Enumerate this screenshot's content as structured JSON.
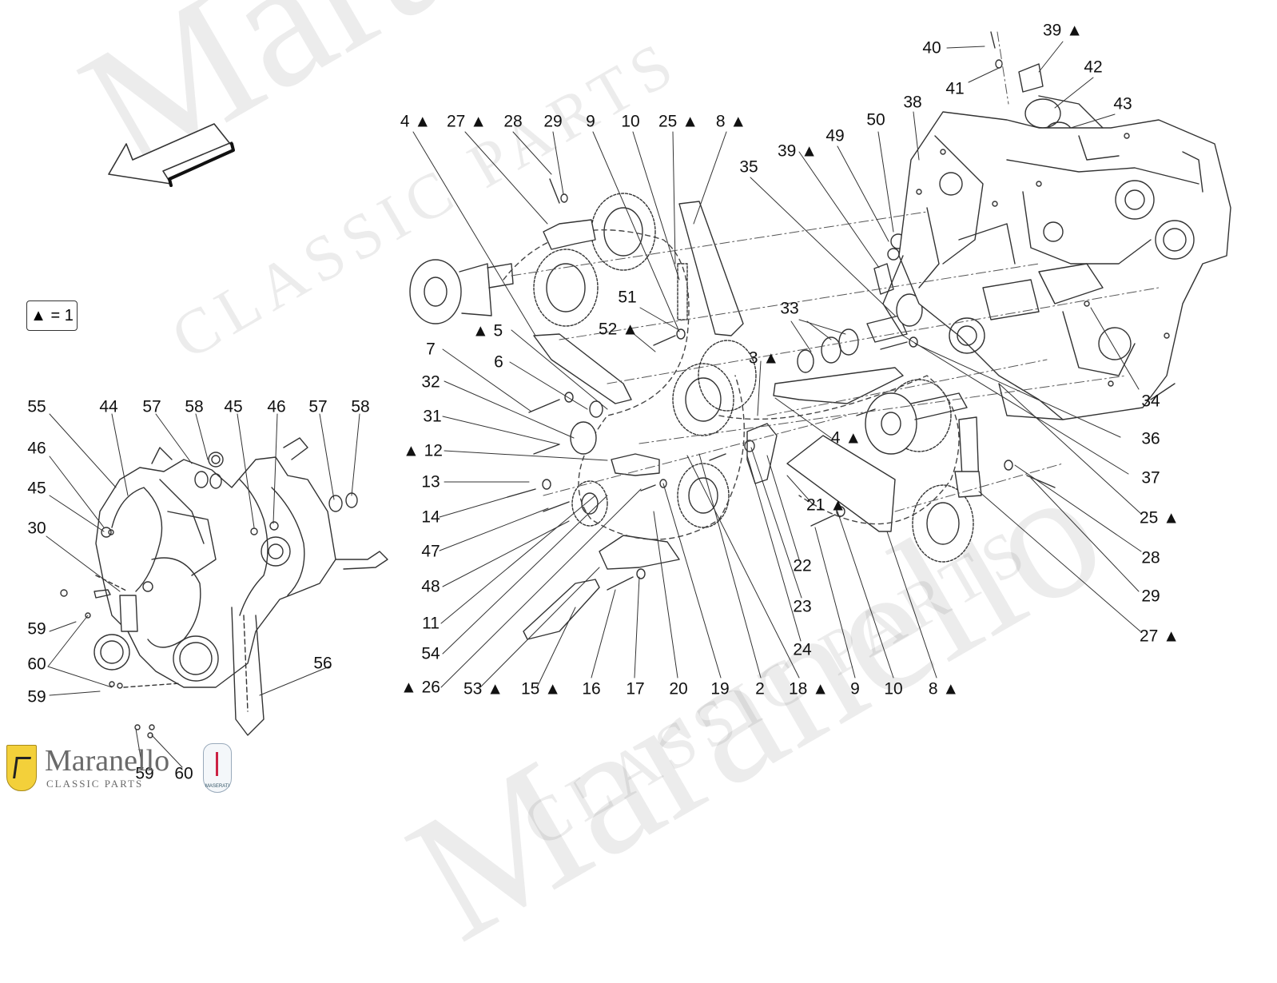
{
  "watermark": {
    "main": "Maranello",
    "sub": "CLASSIC PARTS"
  },
  "legend": {
    "symbol": "▲",
    "text": "▲ = 1"
  },
  "brand": {
    "name": "Maranello",
    "subtitle": "CLASSIC PARTS",
    "trident_label": "MASERATI"
  },
  "callouts": [
    "40",
    "39 ▲",
    "41",
    "42",
    "43",
    "38",
    "49",
    "50",
    "39 ▲",
    "35",
    "4 ▲",
    "27 ▲",
    "28",
    "29",
    "9",
    "10",
    "25 ▲",
    "8 ▲",
    "33",
    "51",
    "52 ▲",
    "▲ 5",
    "6",
    "7",
    "32",
    "31",
    "▲ 12",
    "13",
    "14",
    "47",
    "48",
    "11",
    "54",
    "▲ 26",
    "53 ▲",
    "15 ▲",
    "16",
    "17",
    "20",
    "19",
    "2",
    "18 ▲",
    "9",
    "10",
    "8 ▲",
    "3 ▲",
    "4 ▲",
    "21 ▲",
    "22",
    "23",
    "24",
    "34",
    "36",
    "37",
    "25 ▲",
    "28",
    "29",
    "27 ▲",
    "55",
    "44",
    "57",
    "58",
    "45",
    "46",
    "57",
    "58",
    "46",
    "45",
    "30",
    "59",
    "60",
    "59",
    "56",
    "59",
    "60"
  ]
}
